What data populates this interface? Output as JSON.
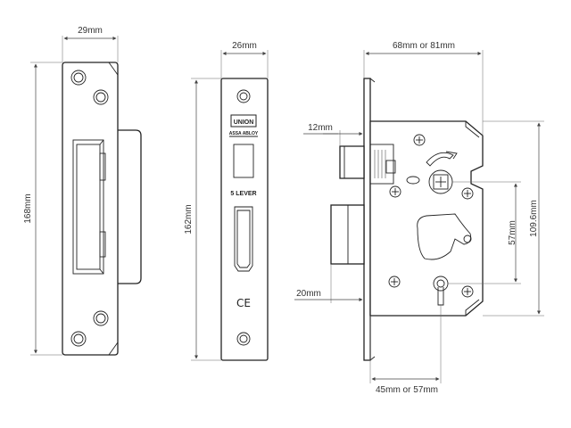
{
  "striker_plate": {
    "width_label": "29mm",
    "height_label": "168mm"
  },
  "forend_plate": {
    "width_label": "26mm",
    "height_label": "162mm",
    "brand_label": "UNION",
    "sub_brand_label": "ASSA ABLOY",
    "lever_label": "5 LEVER",
    "mark_label": "CE"
  },
  "lock_body": {
    "case_width_label": "68mm or 81mm",
    "latch_projection_label": "12mm",
    "deadbolt_projection_label": "20mm",
    "backset_label": "45mm or 57mm",
    "centres_label": "57mm",
    "body_height_label": "109.6mm"
  }
}
